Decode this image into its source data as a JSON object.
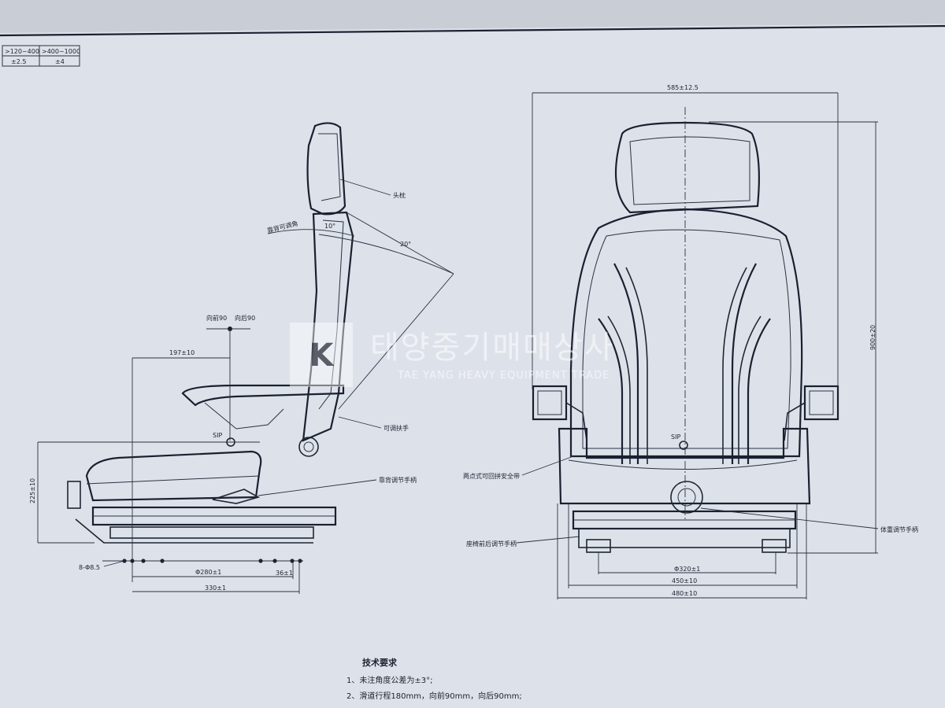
{
  "tolerance_table": {
    "headers": [
      ">120~400",
      ">400~1000"
    ],
    "values": [
      "±2.5",
      "±4"
    ]
  },
  "side_view": {
    "callouts": {
      "headrest": "头枕",
      "backrest_adjust": "靠背可调角",
      "armrest": "可调扶手",
      "backrest_handle": "靠背调节手柄"
    },
    "angles": {
      "back_small": "10°",
      "back_large": "20°"
    },
    "travel": {
      "forward": "向前90",
      "backward": "向后90"
    },
    "dims": {
      "depth": "197±10",
      "height": "225±10",
      "mount": "8-Φ8.5",
      "rail_inner": "Φ280±1",
      "rail_end": "36±1",
      "rail_total": "330±1"
    },
    "sip": "SIP"
  },
  "front_view": {
    "callouts": {
      "seatbelt": "两点式可回拼安全带",
      "slide_handle": "座椅前后调节手柄",
      "weight_handle": "体重调节手柄"
    },
    "dims": {
      "width_top": "585±12.5",
      "height": "900±20",
      "rail_inner": "Φ320±1",
      "rail_mid": "450±10",
      "rail_outer": "480±10"
    },
    "sip": "SIP"
  },
  "watermark": {
    "korean": "태양중기매매상사",
    "english": "TAE YANG HEAVY EQUIPMENT TRADE"
  },
  "tech_notes": {
    "title": "技术要求",
    "items": [
      "1、未注角度公差为±3°;",
      "2、滑道行程180mm，向前90mm，向后90mm;"
    ]
  }
}
